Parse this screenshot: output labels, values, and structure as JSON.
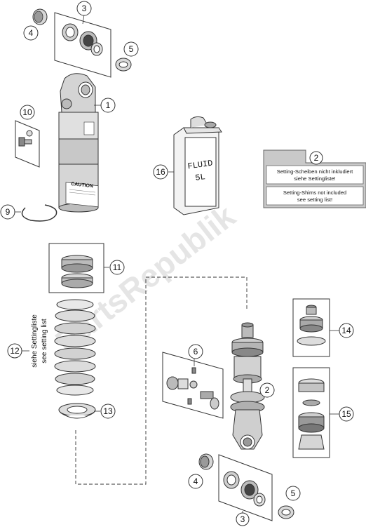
{
  "callouts": {
    "c1": "1",
    "c2_note": "2",
    "c2": "2",
    "c3_top": "3",
    "c3_bottom": "3",
    "c4_top": "4",
    "c4_bottom": "4",
    "c5_top": "5",
    "c5_bottom": "5",
    "c6": "6",
    "c9": "9",
    "c10": "10",
    "c11": "11",
    "c12": "12",
    "c13": "13",
    "c14": "14",
    "c15": "15",
    "c16": "16"
  },
  "note": {
    "de_line1": "Setting-Scheiben nicht inkludiert",
    "de_line2": "siehe Settingliste!",
    "en_line1": "Setting-Shims not included",
    "en_line2": "see setting list!"
  },
  "spring_label": {
    "de": "siehe Settingliste",
    "en": "see setting list"
  },
  "fluid_can": {
    "line1": "FLUID",
    "line2": "5L"
  },
  "shock_label": "CAUTION",
  "watermark": "PartsRepublik"
}
